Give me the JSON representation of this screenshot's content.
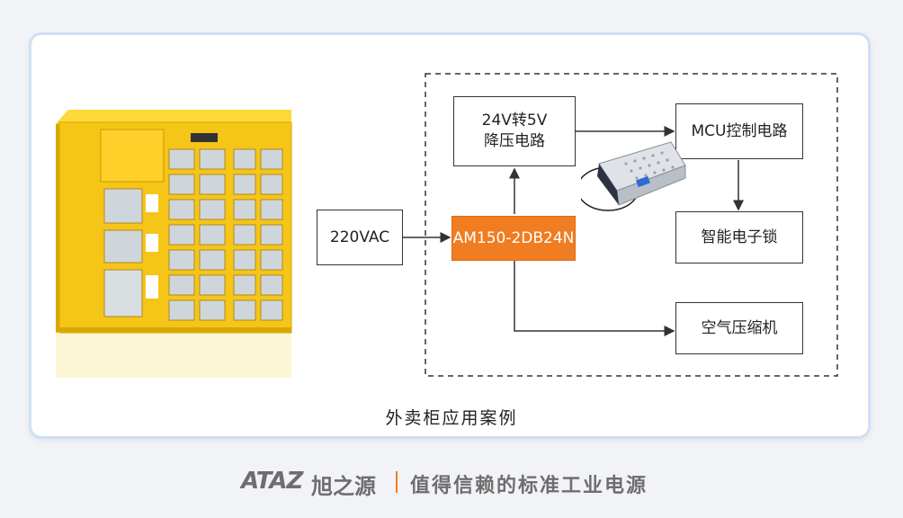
{
  "caption": "外卖柜应用案例",
  "boxes": {
    "input": "220VAC",
    "psu_model": "AM150-2DB24N",
    "converter_line1": "24V转5V",
    "converter_line2": "降压电路",
    "mcu": "MCU控制电路",
    "lock": "智能电子锁",
    "compressor": "空气压缩机"
  },
  "footer": {
    "logo": "ATAZ",
    "brand": "旭之源",
    "slogan": "值得信赖的标准工业电源"
  },
  "colors": {
    "accent": "#f07d22",
    "cabinet": "#f5c518",
    "card_border": "#cfe0f3"
  }
}
